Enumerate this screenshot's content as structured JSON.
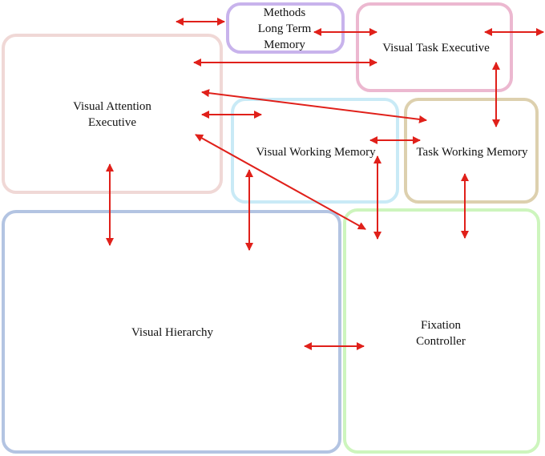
{
  "diagram": {
    "colors": {
      "arrow": "#e0201a",
      "methods_ltm": "#c8b3ec",
      "visual_task_executive": "#ecb8d0",
      "visual_attention_executive": "#f0d8d6",
      "visual_working_memory": "#c9eaf6",
      "task_working_memory": "#ddd0ae",
      "visual_hierarchy": "#b3c4e2",
      "fixation_controller": "#cdf5bd"
    },
    "modules": {
      "methods_ltm": "Methods\nLong Term\nMemory",
      "visual_task_executive": "Visual Task Executive",
      "visual_attention_executive": "Visual Attention\nExecutive",
      "visual_working_memory": "Visual Working Memory",
      "task_working_memory": "Task Working Memory",
      "visual_hierarchy": "Visual Hierarchy",
      "fixation_controller": "Fixation\nController"
    },
    "connections": [
      {
        "from": "visual_attention_executive",
        "to": "methods_ltm"
      },
      {
        "from": "methods_ltm",
        "to": "visual_task_executive"
      },
      {
        "from": "visual_task_executive",
        "to": "external"
      },
      {
        "from": "visual_attention_executive",
        "to": "visual_task_executive"
      },
      {
        "from": "visual_attention_executive",
        "to": "task_working_memory"
      },
      {
        "from": "visual_attention_executive",
        "to": "visual_working_memory"
      },
      {
        "from": "visual_task_executive",
        "to": "task_working_memory"
      },
      {
        "from": "visual_working_memory",
        "to": "task_working_memory"
      },
      {
        "from": "visual_attention_executive",
        "to": "fixation_controller"
      },
      {
        "from": "visual_attention_executive",
        "to": "visual_hierarchy"
      },
      {
        "from": "visual_working_memory",
        "to": "visual_hierarchy"
      },
      {
        "from": "visual_working_memory",
        "to": "fixation_controller"
      },
      {
        "from": "task_working_memory",
        "to": "fixation_controller"
      },
      {
        "from": "visual_hierarchy",
        "to": "fixation_controller"
      }
    ]
  }
}
